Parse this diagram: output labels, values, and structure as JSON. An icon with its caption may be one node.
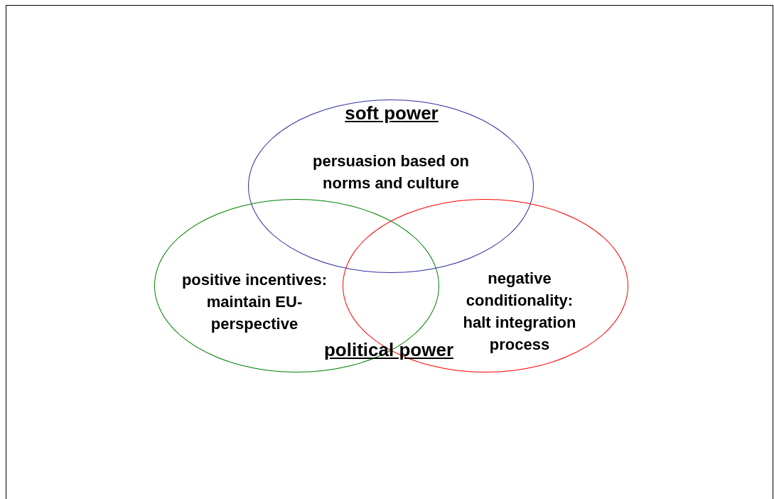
{
  "diagram": {
    "nodes": [
      {
        "text": [
          "soft power",
          "persuasion based on norms and culture"
        ]
      },
      {
        "text": [
          "positive incentives: maintain EU-perspective"
        ]
      },
      {
        "text": [
          "negative conditionality: halt integration process"
        ]
      }
    ],
    "labels": [
      "political power"
    ]
  }
}
